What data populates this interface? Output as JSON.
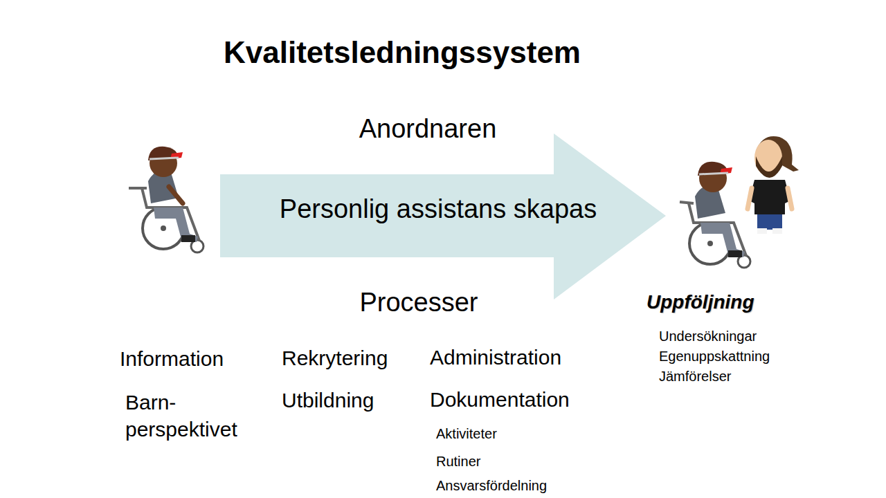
{
  "diagram": {
    "title": "Kvalitetsledningssystem",
    "nodes": [
      {
        "text": [
          "Personlig assistans skapas"
        ]
      }
    ],
    "labels": [
      "Anordnaren",
      "Processer",
      "Information",
      "Barn- perspektivet",
      "Rekrytering",
      "Utbildning",
      "Administration",
      "Dokumentation",
      "Aktiviteter",
      "Rutiner",
      "Ansvarsfördelning",
      "Uppföljning",
      "Undersökningar",
      "Egenuppskattning",
      "Jämförelser"
    ]
  }
}
